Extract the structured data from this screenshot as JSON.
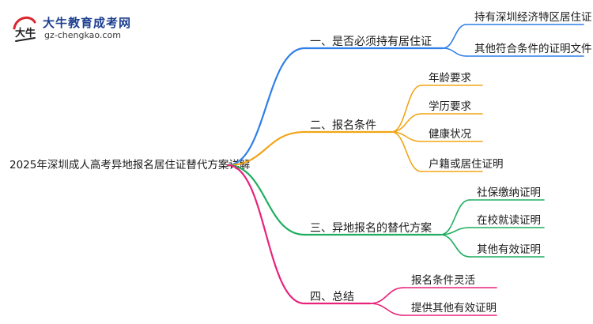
{
  "logo": {
    "title": "大牛教育成考网",
    "url_text": "gz-chengkao.com",
    "mark_text": "大牛"
  },
  "mindmap": {
    "root": "2025年深圳成人高考异地报名居住证替代方案详解",
    "branches": [
      {
        "label": "一、是否必须持有居住证",
        "color": "#2f7fe8",
        "children": [
          "持有深圳经济特区居住证",
          "其他符合条件的证明文件"
        ]
      },
      {
        "label": "二、报名条件",
        "color": "#f2a516",
        "children": [
          "年龄要求",
          "学历要求",
          "健康状况",
          "户籍或居住证明"
        ]
      },
      {
        "label": "三、异地报名的替代方案",
        "color": "#1fae60",
        "children": [
          "社保缴纳证明",
          "在校就读证明",
          "其他有效证明"
        ]
      },
      {
        "label": "四、总结",
        "color": "#e8237a",
        "children": [
          "报名条件灵活",
          "提供其他有效证明"
        ]
      }
    ]
  }
}
